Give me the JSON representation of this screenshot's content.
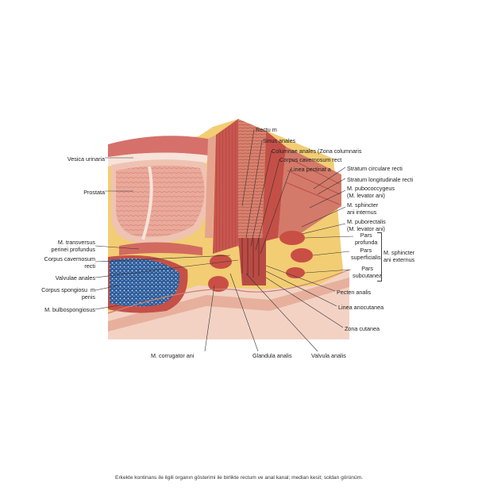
{
  "labels": {
    "vesica": "Vesica urinaria",
    "prostata": "Prostata",
    "transversus": "M. transversus\nperinei profundus",
    "corpus_cav_recti": "Corpus cavernosum\nrecti",
    "valvulae": "Valvulae anales",
    "corpus_spong": "Corpus spongiosu  m\npenis",
    "bulbospong": "M. bulbospongiosus",
    "rectum": "Rectu m",
    "sinus": "Sinus anales",
    "columnae": "Columnae anales (Zona columnaris",
    "corpus_cav_rect": "Corpus cavernosum rect",
    "linea_pectinata": "Linea pectinat   a",
    "stratum_circ": "Stratum circulare recti",
    "stratum_long": "Stratum longitudinale recti",
    "pubococc": "M. pubococcygeus\n(M. levator ani)",
    "sphincter_int": "M. sphincter\nani internus",
    "puborect": "M. puborectalis\n(M. levator ani)",
    "pars_prof": "Pars\nprofunda",
    "pars_sup": "Pars\nsuperficialis",
    "pars_sub": "Pars\nsubcutanea",
    "sphincter_ext": "M. sphincter\nani externus",
    "pecten": "Pecten analis",
    "linea_ano": "Linea anocutanea",
    "zona_cut": "Zona cutanea",
    "corrugator": "M. corrugator ani",
    "glandula": "Glandula analis",
    "valvula": "Valvula analis"
  },
  "caption": "Erkekte kontinans ile ilgili organın gösterimi ile birlikte rectum ve anal kanal; median kesit; soldan görünüm."
}
